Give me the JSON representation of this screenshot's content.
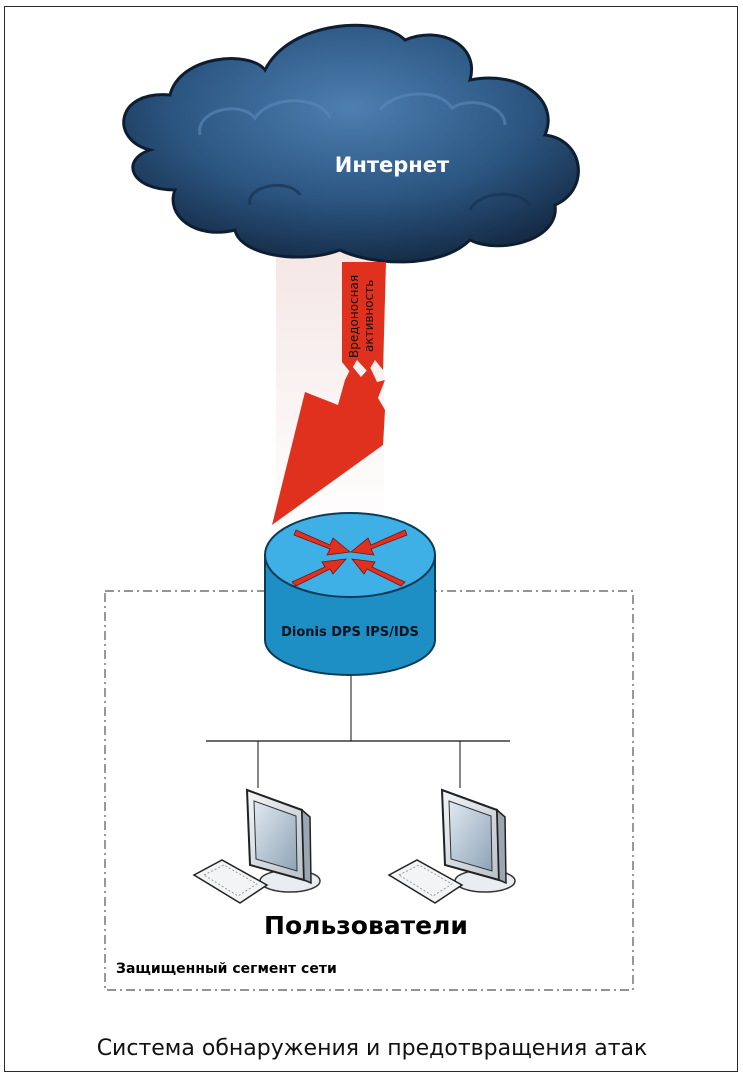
{
  "cloud": {
    "label": "Интернет"
  },
  "arrow": {
    "label_line1": "Вредоносная",
    "label_line2": "активность",
    "color": "#e0301e"
  },
  "router": {
    "label": "Dionis DPS IPS/IDS",
    "top_color": "#3fb0e6",
    "side_color": "#1d8fc4"
  },
  "users": {
    "label": "Пользователи"
  },
  "segment": {
    "label": "Защищенный сегмент сети"
  },
  "caption": "Система обнаружения и предотвращения атак"
}
